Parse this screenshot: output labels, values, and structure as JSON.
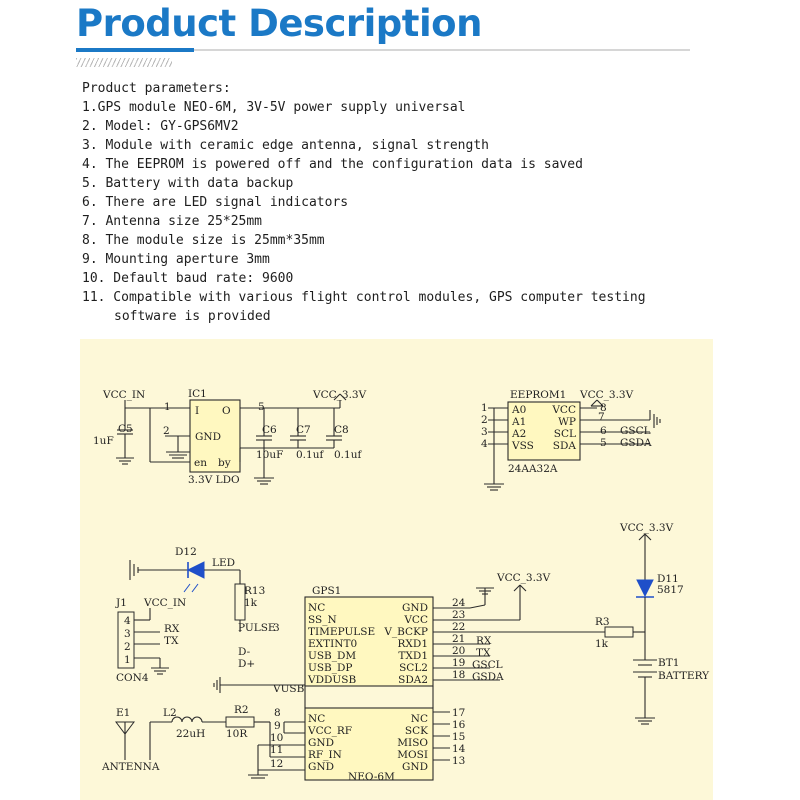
{
  "header": {
    "title": "Product Description"
  },
  "params": {
    "heading": "Product parameters:",
    "items": [
      "1.GPS module NEO-6M, 3V-5V power supply universal",
      "2. Model: GY-GPS6MV2",
      "3. Module with ceramic edge antenna, signal strength",
      "4. The EEPROM is powered off and the configuration data is saved",
      "5. Battery with data backup",
      "6. There are LED signal indicators",
      "7. Antenna size 25*25mm",
      "8. The module size is 25mm*35mm",
      "9. Mounting aperture 3mm",
      "10. Default baud rate: 9600",
      "11. Compatible with various flight control modules, GPS computer testing"
    ],
    "continuation": "software is provided"
  },
  "schematic": {
    "vcc_in": "VCC_IN",
    "vcc_33": "VCC_3.3V",
    "ic1": "IC1",
    "ic1_i": "I",
    "ic1_o": "O",
    "ic1_gnd": "GND",
    "ic1_en": "en",
    "ic1_by": "by",
    "ldo": "3.3V  LDO",
    "c5": "C5",
    "c5_val": "1uF",
    "c6": "C6",
    "c6_val": "10uF",
    "c7": "C7",
    "c7_val": "0.1uf",
    "c8": "C8",
    "c8_val": "0.1uf",
    "eeprom": "EEPROM1",
    "eeprom_part": "24AA32A",
    "ee_left": [
      "A0",
      "A1",
      "A2",
      "VSS"
    ],
    "ee_right": [
      "VCC",
      "WP",
      "SCL",
      "SDA"
    ],
    "gscl": "GSCL",
    "gsda": "GSDA",
    "d12": "D12",
    "led": "LED",
    "r13": "R13",
    "r13_val": "1k",
    "pulse": "PULSE",
    "gps1": "GPS1",
    "j1": "J1",
    "con4": "CON4",
    "rx": "RX",
    "tx": "TX",
    "dminus": "D-",
    "dplus": "D+",
    "vusb": "VUSB",
    "gps_left": [
      "NC",
      "SS_N",
      "TIMEPULSE",
      "EXTINT0",
      "USB_DM",
      "USB_DP",
      "VDDUSB",
      "NC",
      "VCC_RF",
      "GND",
      "RF_IN",
      "GND"
    ],
    "gps_right": [
      "GND",
      "VCC",
      "V_BCKP",
      "RXD1",
      "TXD1",
      "SCL2",
      "SDA2",
      "NC",
      "SCK",
      "MISO",
      "MOSI",
      "GND"
    ],
    "gps_part": "NEO-6M",
    "r3": "R3",
    "r3_val": "1k",
    "d11": "D11",
    "d11_val": "5817",
    "bt1": "BT1",
    "battery": "BATTERY",
    "e1": "E1",
    "antenna": "ANTENNA",
    "l2": "L2",
    "l2_val": "22uH",
    "r2": "R2",
    "r2_val": "10R"
  }
}
